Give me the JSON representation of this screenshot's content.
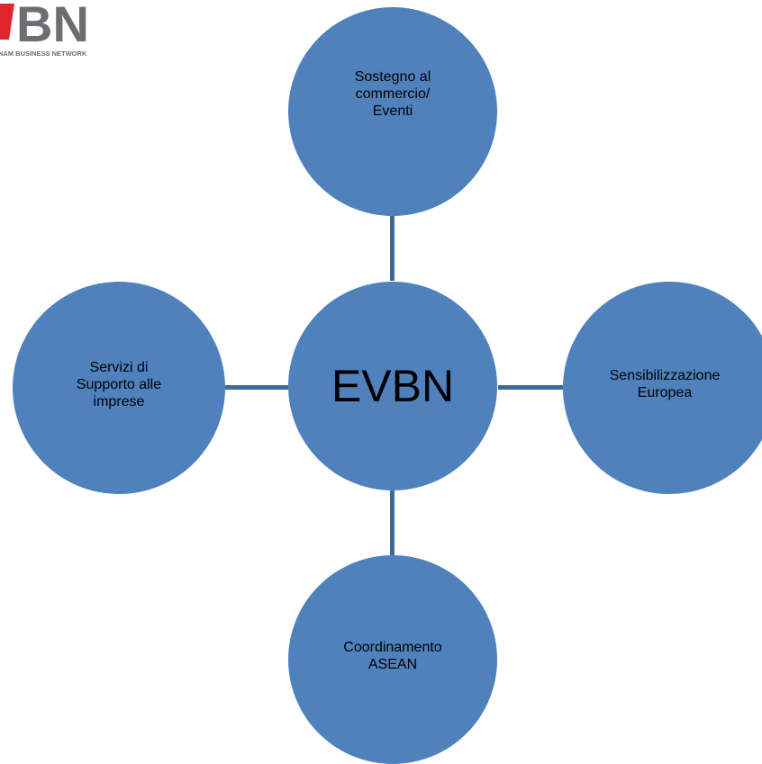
{
  "logo": {
    "text": "BN",
    "tagline": "NAM BUSINESS NETWORK",
    "colors": {
      "red": "#e0242e",
      "gray": "#6d6e71"
    }
  },
  "diagram": {
    "fill_color": "#4f81bd",
    "connector_color": "#3e6a98",
    "center": {
      "label": "EVBN"
    },
    "nodes": {
      "top": {
        "label": "Sostegno al\ncommercio/\nEventi"
      },
      "right": {
        "label": "Sensibilizzazione\nEuropea"
      },
      "bottom": {
        "label": "Coordinamento\nASEAN"
      },
      "left": {
        "label": "Servizi di\nSupporto alle\nimprese"
      }
    }
  }
}
